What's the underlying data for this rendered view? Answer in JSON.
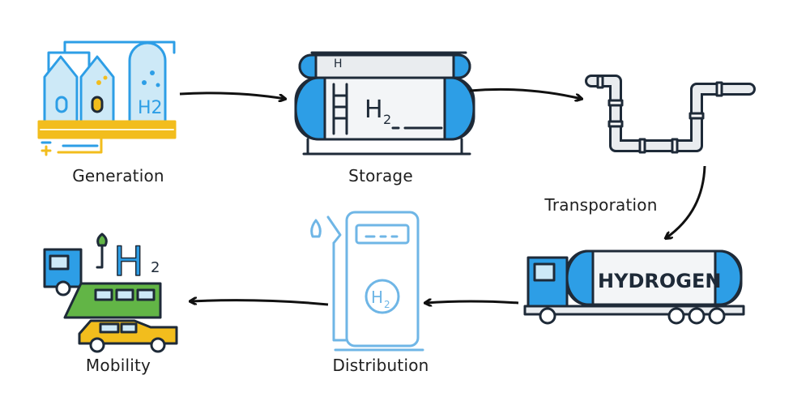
{
  "stages": {
    "generation": "Generation",
    "storage": "Storage",
    "transportation": "Transporation",
    "distribution": "Distribution",
    "mobility": "Mobility"
  },
  "icon_text": {
    "h2_generator": "H2",
    "h2_storage": "H",
    "h2_storage_sub": "2",
    "hydrogen_tank": "HYDROGEN",
    "h2_dispenser": "H",
    "h2_dispenser_sub": "2",
    "h2_mobility": "H",
    "h2_mobility_sub": "2"
  },
  "colors": {
    "stroke": "#1e2a38",
    "blue": "#2d9ee6",
    "light_blue": "#cde9f7",
    "yellow": "#f2bd1d",
    "green": "#62b546",
    "gray": "#e9ecef",
    "dispenser_blue": "#6fb6e6"
  },
  "icons": [
    "generator-plant-icon",
    "storage-tank-icon",
    "pipeline-icon",
    "tanker-truck-icon",
    "fuel-dispenser-icon",
    "vehicles-icon"
  ]
}
